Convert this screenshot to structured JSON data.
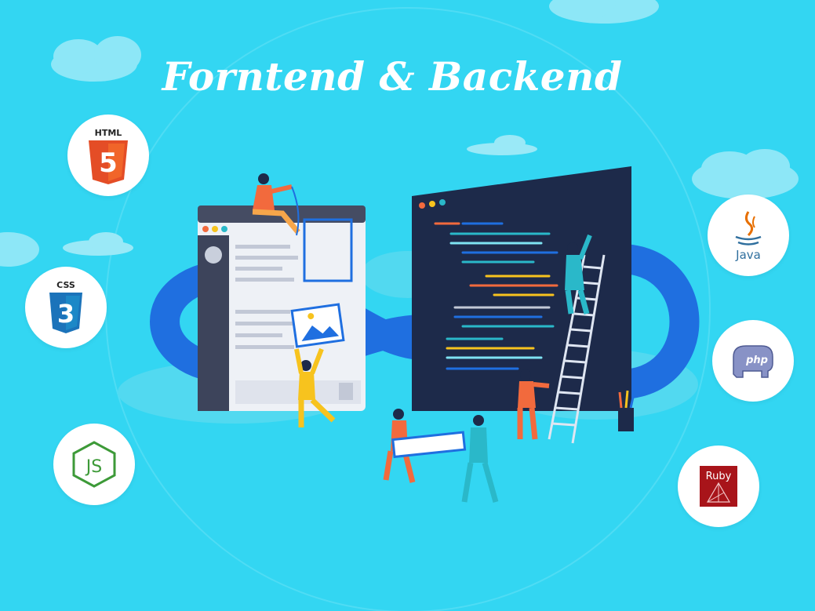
{
  "title": "Forntend & Backend",
  "logos": {
    "html": {
      "label": "HTML",
      "digit": "5",
      "color": "#e44d26"
    },
    "css": {
      "label": "CSS",
      "digit": "3",
      "color": "#1b73ba"
    },
    "node": {
      "label": "JS",
      "color": "#3d9a38"
    },
    "java": {
      "label": "Java",
      "color": "#2f6f9e"
    },
    "php": {
      "label": "php",
      "color": "#6f7fbf"
    },
    "ruby": {
      "label": "Ruby",
      "color": "#a8141a"
    }
  },
  "colors": {
    "background": "#33d6f2",
    "navy": "#1d2a4a",
    "infinity": "#1f6fe0",
    "orange": "#f26a3d",
    "yellow": "#f7c31e",
    "teal": "#2ab8c9"
  }
}
